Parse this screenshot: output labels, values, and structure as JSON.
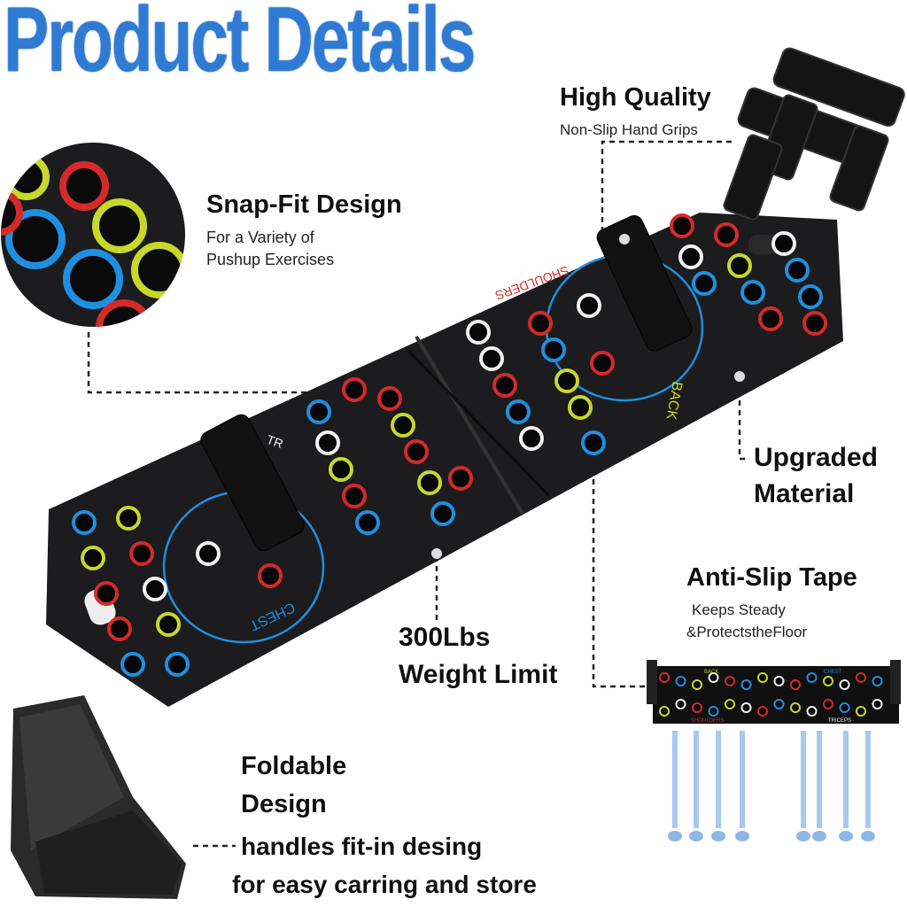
{
  "title": "Product Details",
  "features": {
    "high_quality": {
      "heading": "High Quality",
      "sub": "Non-Slip Hand Grips"
    },
    "snap_fit": {
      "heading": "Snap-Fit Design",
      "sub1": "For a Variety of",
      "sub2": "Pushup Exercises"
    },
    "upgraded": {
      "line1": "Upgraded",
      "line2": "Material"
    },
    "anti_slip": {
      "heading": "Anti-Slip Tape",
      "sub1": "Keeps Steady",
      "sub2": "&ProtectstheFloor"
    },
    "weight": {
      "line1": "300Lbs",
      "line2": "Weight Limit"
    },
    "foldable": {
      "line1": "Foldable",
      "line2": "Design",
      "line3": "handles fit-in desing",
      "line4": "for easy carring and store"
    }
  },
  "board_labels": {
    "chest": "CHEST",
    "back": "BACK",
    "shoulders": "SHOULDERS",
    "triceps": "TR",
    "mini_back": "BACK",
    "mini_chest": "CHEST",
    "mini_shoulders": "SHOULDERS",
    "mini_triceps": "TRICEPS"
  },
  "colors": {
    "title": "#2f7bd4",
    "board": "#1c1c1e",
    "ring_red": "#d42a2a",
    "ring_blue": "#1f8fe0",
    "ring_yellow": "#c6d82a",
    "ring_white": "#f2f2f2"
  }
}
